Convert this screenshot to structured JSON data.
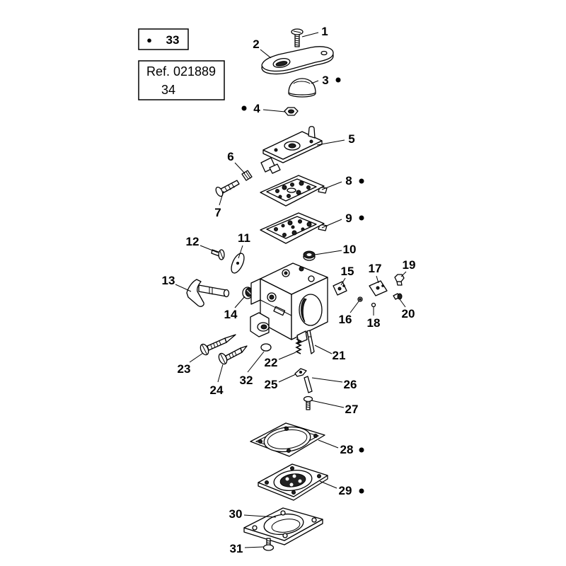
{
  "header_boxes": {
    "kit_marker": "●",
    "kit_number": "33",
    "ref_label": "Ref. 021889",
    "ref_number": "34"
  },
  "callouts": [
    "1",
    "2",
    "3",
    "4",
    "5",
    "6",
    "7",
    "8",
    "9",
    "10",
    "11",
    "12",
    "13",
    "14",
    "15",
    "16",
    "17",
    "18",
    "19",
    "20",
    "21",
    "22",
    "23",
    "24",
    "25",
    "26",
    "27",
    "28",
    "29",
    "30",
    "31",
    "32"
  ],
  "colors": {
    "line": "#000000",
    "background": "#ffffff"
  }
}
